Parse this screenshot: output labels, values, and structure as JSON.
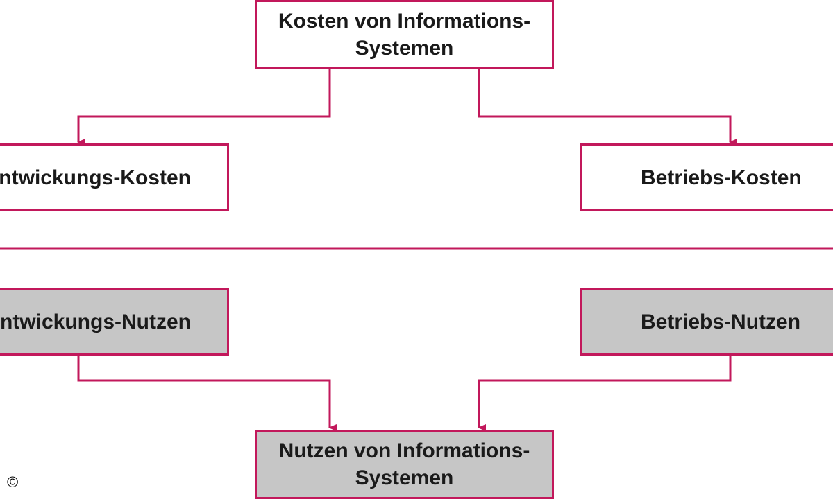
{
  "diagram": {
    "nodes": {
      "costs_root": {
        "lines": [
          "Kosten von Informations-",
          "Systemen"
        ]
      },
      "dev_costs": {
        "label": "Entwickungs-Kosten"
      },
      "op_costs": {
        "label": "Betriebs-Kosten"
      },
      "dev_benefits": {
        "label": "Entwickungs-Nutzen"
      },
      "op_benefits": {
        "label": "Betriebs-Nutzen"
      },
      "benefits_root": {
        "lines": [
          "Nutzen von Informations-",
          "Systemen"
        ]
      }
    },
    "copyright_symbol": "©",
    "colors": {
      "accent": "#c2185b",
      "cost_box_fill": "#ffffff",
      "benefit_box_fill": "#c6c6c6",
      "text": "#1a1a1a"
    }
  }
}
